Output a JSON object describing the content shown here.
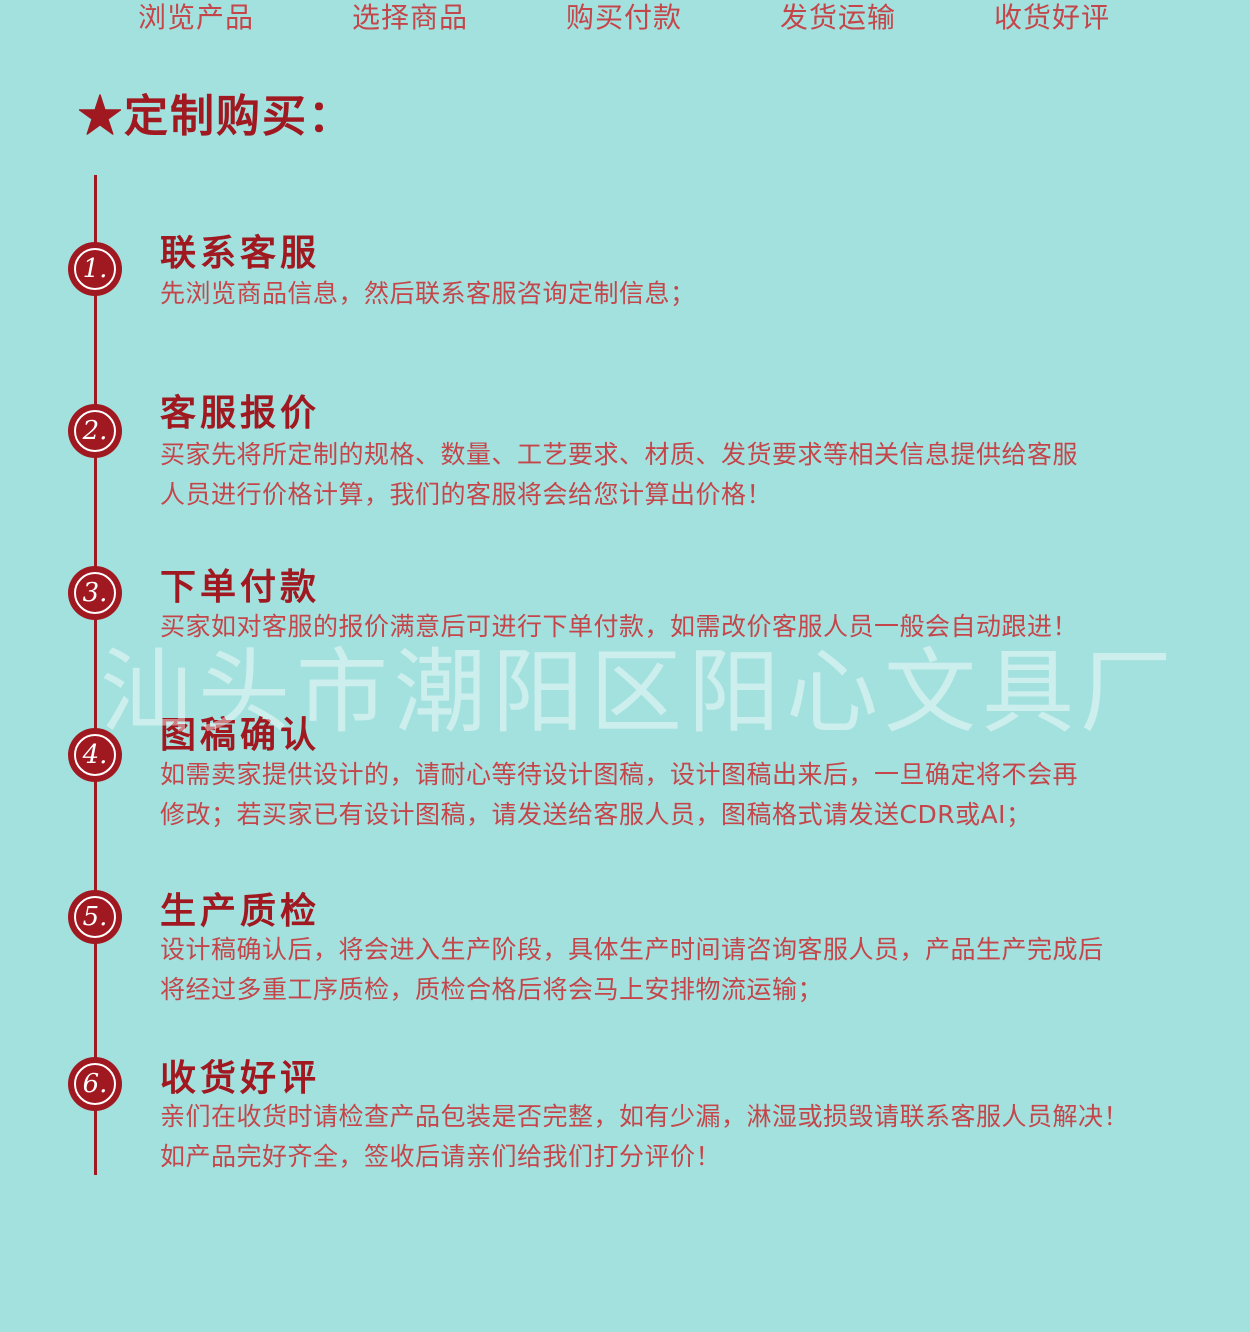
{
  "nav": {
    "items": [
      "浏览产品",
      "选择商品",
      "购买付款",
      "发货运输",
      "收货好评"
    ]
  },
  "section": {
    "title": "★定制购买："
  },
  "steps": [
    {
      "number": "1.",
      "title": "联系客服",
      "lines": [
        "先浏览商品信息，然后联系客服咨询定制信息；"
      ]
    },
    {
      "number": "2.",
      "title": "客服报价",
      "lines": [
        "买家先将所定制的规格、数量、工艺要求、材质、发货要求等相关信息提供给客服",
        "人员进行价格计算，我们的客服将会给您计算出价格！"
      ]
    },
    {
      "number": "3.",
      "title": "下单付款",
      "lines": [
        "买家如对客服的报价满意后可进行下单付款，如需改价客服人员一般会自动跟进！"
      ]
    },
    {
      "number": "4.",
      "title": "图稿确认",
      "lines": [
        "如需卖家提供设计的，请耐心等待设计图稿，设计图稿出来后，一旦确定将不会再",
        "修改；若买家已有设计图稿，请发送给客服人员，图稿格式请发送CDR或AI；"
      ]
    },
    {
      "number": "5.",
      "title": "生产质检",
      "lines": [
        "设计稿确认后，将会进入生产阶段，具体生产时间请咨询客服人员，产品生产完成后",
        "将经过多重工序质检，质检合格后将会马上安排物流运输；"
      ]
    },
    {
      "number": "6.",
      "title": "收货好评",
      "lines": [
        "亲们在收货时请检查产品包装是否完整，如有少漏，淋湿或损毁请联系客服人员解决！",
        "如产品完好齐全，签收后请亲们给我们打分评价！"
      ]
    }
  ],
  "watermark": "汕头市潮阳区阳心文具厂",
  "colors": {
    "background": "#a3e1df",
    "accent": "#a01820",
    "text": "#c4464a"
  }
}
